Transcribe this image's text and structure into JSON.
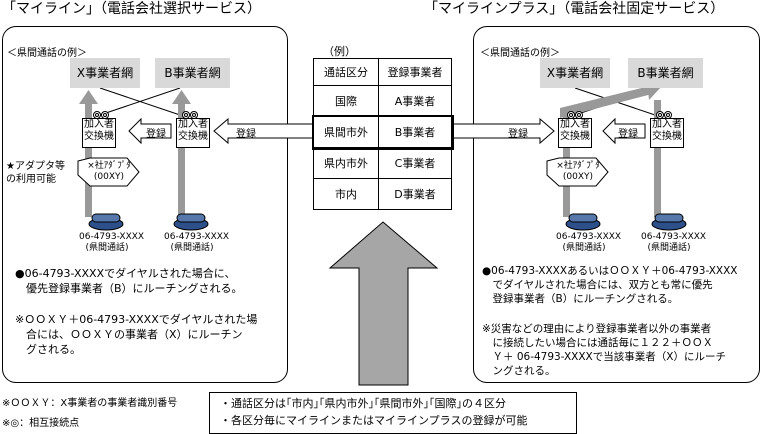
{
  "left": {
    "title": "「マイライン」（電話会社選択サービス）",
    "example_label": "＜県間通話の例＞",
    "net_x": "X事業者網",
    "net_b": "B事業者網",
    "exchange_label": "加入者\n交換機",
    "register_label": "登録",
    "adapter_note": "★アダプタ等\nの利用可能",
    "adapter_label": "×社ｱﾀﾞﾌﾟﾀ\n(00XY)",
    "phone_label": "06-4793-XXXX\n(県間通話)",
    "desc1": "●06-4793-XXXXでダイヤルされた場合に、\n　優先登録事業者（B）にルーチングされる。",
    "desc2": "※ＯＯＸＹ＋06-4793-XXXXでダイヤルされた場\n　合には、ＯＯＸＹの事業者（X）にルーチン\n　グされる。"
  },
  "right": {
    "title": "「マイラインプラス」（電話会社固定サービス）",
    "example_label": "＜県間通話の例＞",
    "net_x": "X事業者網",
    "net_b": "B事業者網",
    "exchange_label": "加入者\n交換機",
    "register_label": "登録",
    "adapter_label": "×社ｱﾀﾞﾌﾟﾀ\n(00XY)",
    "phone_label": "06-4793-XXXX\n(県間通話)",
    "desc1": "●06-4793-XXXXあるいはＯＯＸＹ＋06-4793-XXXX\n　でダイヤルされた場合には、双方とも常に優先\n　登録事業者（B）にルーチングされる。",
    "desc2": "※災害などの理由により登録事業者以外の事業者\n　に接続したい場合には通話毎に１２２＋ＯＯＸ\n　Ｙ＋ 06-4793-XXXXで当該事業者（X）にルーチ\n　ングされる。"
  },
  "center": {
    "example_label": "（例）",
    "table_headers": [
      "通話区分",
      "登録事業者"
    ],
    "table_rows": [
      [
        "国際",
        "A事業者"
      ],
      [
        "県間市外",
        "B事業者"
      ],
      [
        "県内市外",
        "C事業者"
      ],
      [
        "市内",
        "D事業者"
      ]
    ],
    "register_left": "登録",
    "register_right": "登録"
  },
  "footnotes": {
    "oxy": "※ＯＯＸＹ：X事業者の事業者識別番号",
    "mutual": "※◎：相互接続点"
  },
  "summary": {
    "line1": "・通話区分は｢市内｣｢県内市外｣｢県間市外｣｢国際｣の４区分",
    "line2": "・各区分毎にマイラインまたはマイラインプラスの登録が可能"
  }
}
